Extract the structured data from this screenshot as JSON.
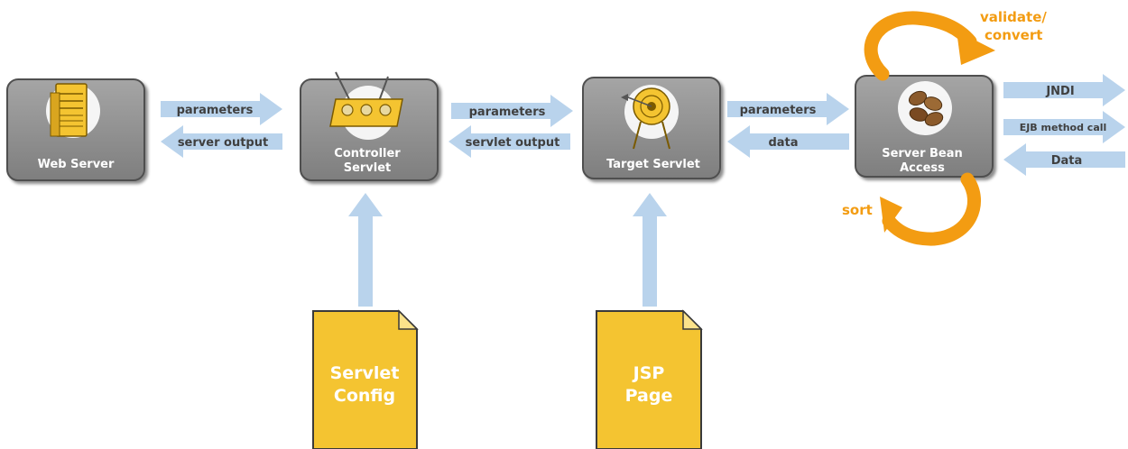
{
  "nodes": {
    "web_server": "Web Server",
    "controller_line1": "Controller",
    "controller_line2": "Servlet",
    "target_servlet": "Target Servlet",
    "bean_line1": "Server Bean",
    "bean_line2": "Access"
  },
  "documents": {
    "servlet_config_line1": "Servlet",
    "servlet_config_line2": "Config",
    "jsp_line1": "JSP",
    "jsp_line2": "Page"
  },
  "arrows": {
    "ws_to_controller": "parameters",
    "controller_to_ws": "server output",
    "controller_to_target": "parameters",
    "target_to_controller": "servlet output",
    "target_to_bean": "parameters",
    "bean_to_target": "data",
    "jndi": "JNDI",
    "ejb_call": "EJB method call",
    "data_in": "Data"
  },
  "loops": {
    "top": "validate/",
    "top_line2": "convert",
    "bottom": "sort"
  },
  "colors": {
    "arrow": "#b9d3ec",
    "node": "#8c8c8c",
    "document": "#f4c431",
    "loop": "#f39c12"
  }
}
